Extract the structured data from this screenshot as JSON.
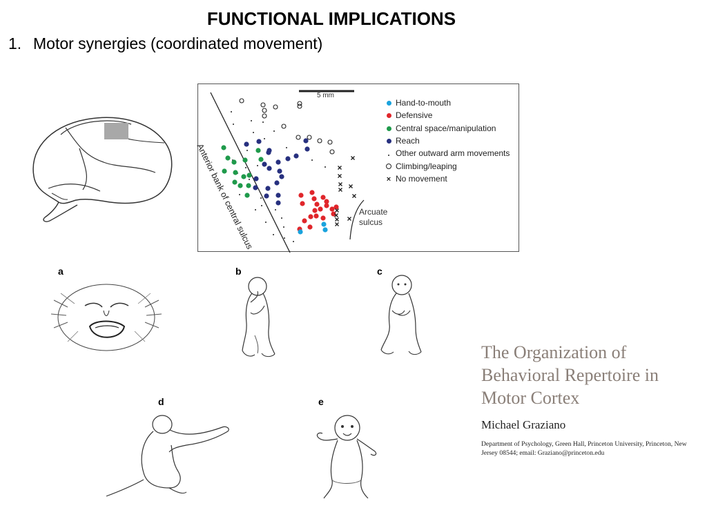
{
  "header": {
    "title": "FUNCTIONAL IMPLICATIONS",
    "point_number": "1.",
    "point_text": "Motor synergies (coordinated movement)"
  },
  "map": {
    "scale_bar_label": "5 mm",
    "sulcus_label": "Anterior bank of central sulcus",
    "arcuate_label_line1": "Arcuate",
    "arcuate_label_line2": "sulcus",
    "legend": [
      {
        "label": "Hand-to-mouth",
        "symbol": "dot",
        "color": "#1aa3dd"
      },
      {
        "label": "Defensive",
        "symbol": "dot",
        "color": "#e0262b"
      },
      {
        "label": "Central space/manipulation",
        "symbol": "dot",
        "color": "#1f9a4b"
      },
      {
        "label": "Reach",
        "symbol": "dot",
        "color": "#27307f"
      },
      {
        "label": "Other outward arm movements",
        "symbol": "small-dot",
        "color": "#222222"
      },
      {
        "label": "Climbing/leaping",
        "symbol": "open-circle",
        "color": "#222222"
      },
      {
        "label": "No movement",
        "symbol": "x",
        "color": "#222222"
      }
    ]
  },
  "panels": {
    "a": "a",
    "b": "b",
    "c": "c",
    "d": "d",
    "e": "e"
  },
  "book": {
    "title_line1": "The Organization of",
    "title_line2": "Behavioral Repertoire in",
    "title_line3": "Motor Cortex",
    "author": "Michael Graziano",
    "affiliation": "Department of Psychology, Green Hall, Princeton University, Princeton, New Jersey 08544; email: Graziano@princeton.edu"
  }
}
